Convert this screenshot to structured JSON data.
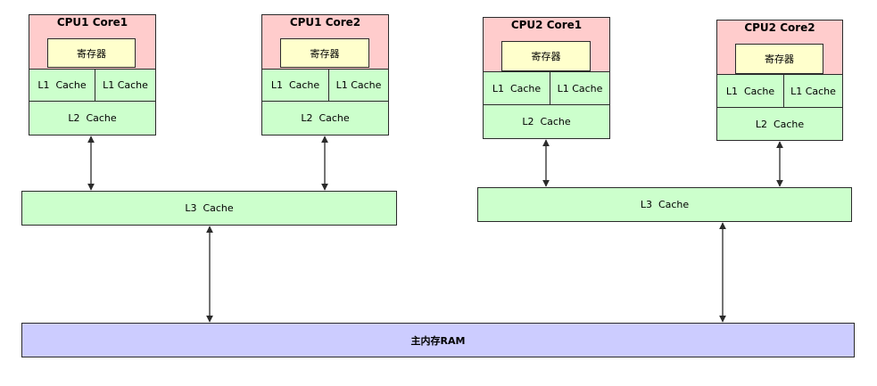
{
  "colors": {
    "core_bg": "#ffcccc",
    "register_bg": "#ffffcc",
    "cache_bg": "#ccffcc",
    "ram_bg": "#ccccff",
    "stroke": "#2b2b2b"
  },
  "cpus": [
    {
      "cores": [
        {
          "title": "CPU1 Core1",
          "register": "寄存器",
          "l1": [
            "L1  Cache",
            "L1 Cache"
          ],
          "l2": "L2  Cache"
        },
        {
          "title": "CPU1 Core2",
          "register": "寄存器",
          "l1": [
            "L1  Cache",
            "L1 Cache"
          ],
          "l2": "L2  Cache"
        }
      ],
      "l3": "L3  Cache"
    },
    {
      "cores": [
        {
          "title": "CPU2 Core1",
          "register": "寄存器",
          "l1": [
            "L1  Cache",
            "L1 Cache"
          ],
          "l2": "L2  Cache"
        },
        {
          "title": "CPU2 Core2",
          "register": "寄存器",
          "l1": [
            "L1  Cache",
            "L1 Cache"
          ],
          "l2": "L2  Cache"
        }
      ],
      "l3": "L3  Cache"
    }
  ],
  "ram": {
    "label": "主内存RAM"
  }
}
